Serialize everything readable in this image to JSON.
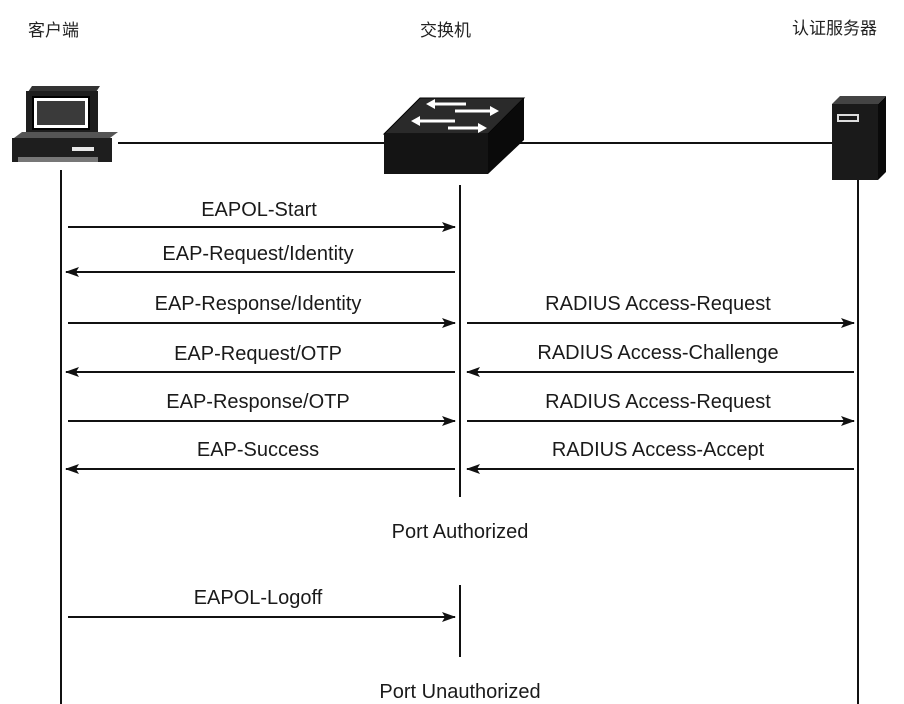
{
  "actors": {
    "client": "客户端",
    "switch": "交换机",
    "server": "认证服务器"
  },
  "messages": [
    {
      "label": "EAPOL-Start",
      "from": "client",
      "to": "switch"
    },
    {
      "label": "EAP-Request/Identity",
      "from": "switch",
      "to": "client"
    },
    {
      "label": "EAP-Response/Identity",
      "from": "client",
      "to": "switch"
    },
    {
      "label": "RADIUS Access-Request",
      "from": "switch",
      "to": "server"
    },
    {
      "label": "EAP-Request/OTP",
      "from": "switch",
      "to": "client"
    },
    {
      "label": "RADIUS Access-Challenge",
      "from": "server",
      "to": "switch"
    },
    {
      "label": "EAP-Response/OTP",
      "from": "client",
      "to": "switch"
    },
    {
      "label": "RADIUS Access-Request",
      "from": "switch",
      "to": "server"
    },
    {
      "label": "EAP-Success",
      "from": "switch",
      "to": "client"
    },
    {
      "label": "RADIUS Access-Accept",
      "from": "server",
      "to": "switch"
    },
    {
      "label": "EAPOL-Logoff",
      "from": "client",
      "to": "switch"
    }
  ],
  "states": {
    "authorized": "Port Authorized",
    "unauthorized": "Port Unauthorized"
  },
  "icons": {
    "client": "computer-icon",
    "switch": "network-switch-icon",
    "server": "server-tower-icon"
  }
}
